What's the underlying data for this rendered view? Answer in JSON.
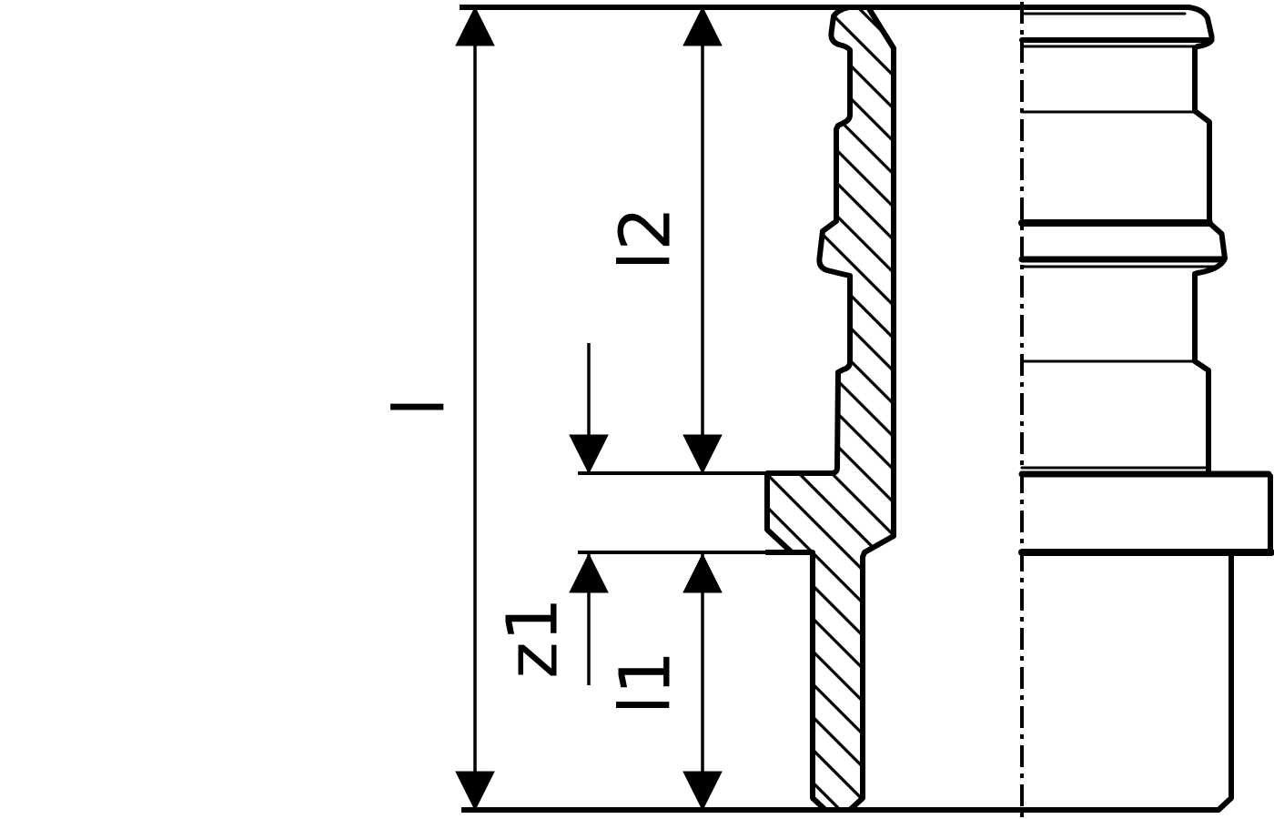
{
  "drawing": {
    "description": "Technical half-section drawing of a barbed pipe press fitting (left half sectioned with hatching, right half external view) with vertical dimension lines",
    "background_color": "#ffffff",
    "line_color": "#000000",
    "dimensions": {
      "overall_length_label": "l",
      "upper_section_label": "l2",
      "offset_label": "z1",
      "lower_section_label": "l1"
    }
  }
}
